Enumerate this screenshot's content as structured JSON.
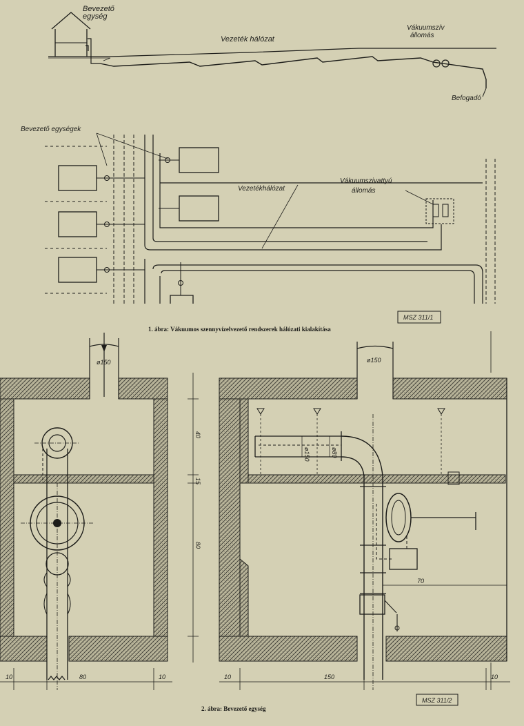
{
  "figure1": {
    "elevation": {
      "unit_label_line1": "Bevezető",
      "unit_label_line2": "egység",
      "network_label": "Vezeték hálózat",
      "station_label_line1": "Vákuumszív",
      "station_label_line2": "állomás",
      "receiver_label": "Befogadó"
    },
    "plan": {
      "units_label": "Bevezető egységek",
      "network_label": "Vezetékhálózat",
      "station_label_line1": "Vákuumszivattyú",
      "station_label_line2": "állomás"
    },
    "standard_box": "MSZ 311/1",
    "caption": "1. ábra: Vákuumos szennyvízelvezető rendszerek hálózati kialakítása"
  },
  "figure2": {
    "pipe_diameter_top_left": "ø150",
    "pipe_diameter_top_right": "ø150",
    "left_dim_upper": "40",
    "left_dim_mid": "15",
    "left_dim_lower": "80",
    "bottom_left_dim_1": "10",
    "bottom_left_dim_2": "80",
    "bottom_left_dim_3": "10",
    "bottom_right_dim_1": "10",
    "bottom_right_dim_2": "150",
    "bottom_right_dim_3": "10",
    "inner_dim_70": "70",
    "branch_dim_1": "ø150",
    "branch_dim_2": "ø80",
    "standard_box": "MSZ 311/2",
    "caption": "2. ábra: Bevezető egység"
  }
}
